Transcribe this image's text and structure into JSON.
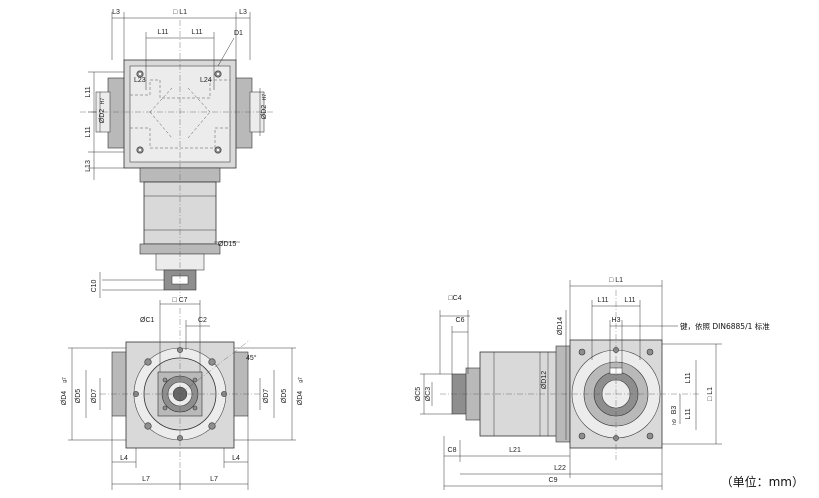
{
  "top_view": {
    "label_L3_left": "L3",
    "label_L1": "□ L1",
    "label_L3_right": "L3",
    "label_L11_a": "L11",
    "label_L11_b": "L11",
    "label_D1": "D1",
    "label_L23": "L23",
    "label_L24": "L24",
    "label_L11_v1": "L11",
    "label_L11_v2": "L11",
    "label_L13": "L13",
    "label_D2_left": "ØD2",
    "label_D2_right": "ØD2",
    "label_h7": "H7",
    "label_D15": "ØD15",
    "label_C10": "C10"
  },
  "front_view": {
    "label_C7": "□ C7",
    "label_C1": "ØC1",
    "label_C2": "C2",
    "label_angle": "45°",
    "label_D4_left": "ØD4",
    "label_D4_right": "ØD4",
    "label_D5_left": "ØD5",
    "label_D5_right": "ØD5",
    "label_D7_left": "ØD7",
    "label_D7_right": "ØD7",
    "label_g7": "g7",
    "label_L4_left": "L4",
    "label_L4_right": "L4",
    "label_L7_left": "L7",
    "label_L7_right": "L7"
  },
  "side_view": {
    "label_C4": "□C4",
    "label_C6": "C6",
    "label_D14": "ØD14",
    "label_D12": "ØD12",
    "label_C5": "ØC5",
    "label_C3": "ØC3",
    "label_C8": "C8",
    "label_L21": "L21",
    "label_L22": "L22",
    "label_C9": "C9",
    "label_L1_top": "□ L1",
    "label_L11": "L11",
    "label_L11_b": "L11",
    "label_H3": "H3",
    "label_B3": "B3",
    "label_L11_v": "L11",
    "label_L1_v": "□ L1",
    "label_L11_v2": "L11",
    "label_h9": "h9",
    "key_note": "键，依照 DIN6885/1 标准"
  },
  "unit_note": "（单位：mm）"
}
